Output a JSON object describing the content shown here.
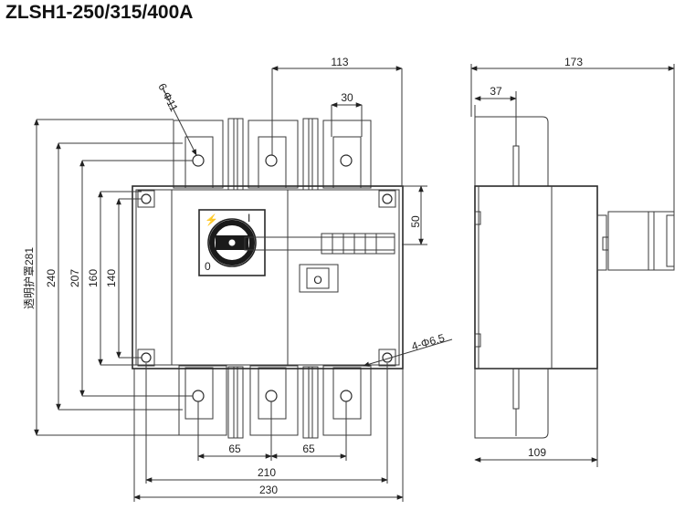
{
  "title": "ZLSH1-250/315/400A",
  "dimensions": {
    "d113": "113",
    "d30": "30",
    "d173": "173",
    "d37": "37",
    "d50": "50",
    "d281": "透明护罩281",
    "d240": "240",
    "d207": "207",
    "d160": "160",
    "d140": "140",
    "d65a": "65",
    "d65b": "65",
    "d210": "210",
    "d230": "230",
    "d109": "109",
    "hole6": "6-Φ11",
    "hole4": "4-Φ6.5"
  },
  "handle": {
    "on_mark": "I",
    "off_mark": "0",
    "lightning": "⚡"
  },
  "indicator": "O"
}
